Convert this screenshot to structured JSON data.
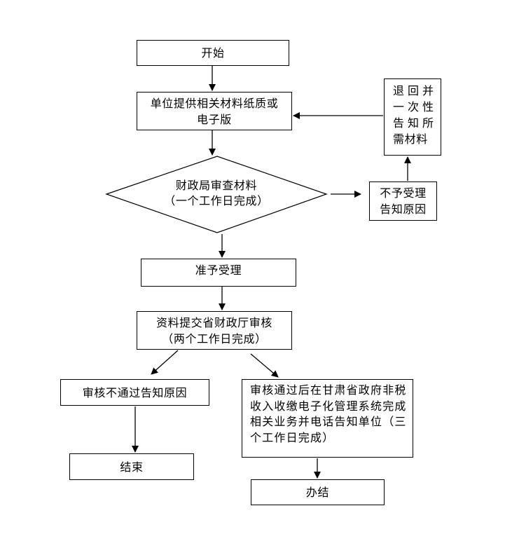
{
  "nodes": {
    "start": "开始",
    "provide_materials": [
      "单位提供相关材料纸质或",
      "电子版"
    ],
    "review": [
      "财政局审查材料",
      "（一个工作日完成）"
    ],
    "reject": [
      "不予受理",
      "告知原因"
    ],
    "return_materials": [
      "退回并",
      "一次性",
      "告知所",
      "需材料"
    ],
    "accept": "准予受理",
    "submit": [
      "资料提交省财政厅审核",
      "（两个工作日完成）"
    ],
    "fail": "审核不通过告知原因",
    "pass": [
      "审核通过后在甘肃省政府非税",
      "收入收缴电子化管理系统完成",
      "相关业务并电话告知单位（三",
      "个工作日完成）"
    ],
    "end": "结束",
    "done": "办结"
  },
  "colors": {
    "line": "#000000",
    "background": "#ffffff"
  }
}
